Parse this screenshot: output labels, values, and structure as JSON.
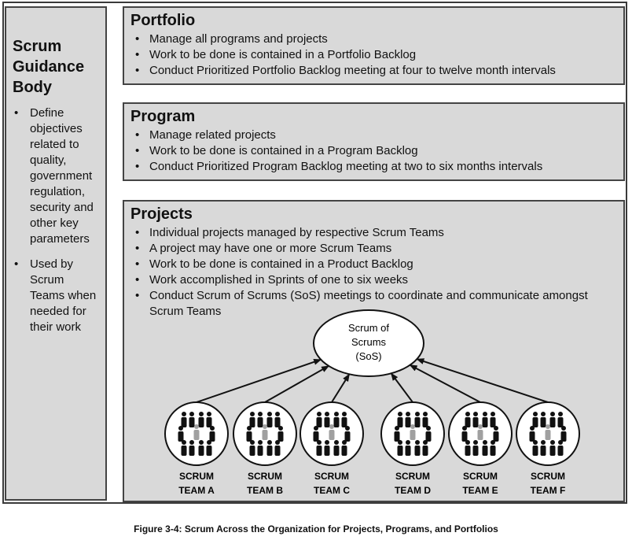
{
  "guidance": {
    "title_lines": [
      "Scrum",
      "Guidance",
      "Body"
    ],
    "bullets": [
      "Define objectives related to quality, government regulation, security and other key parameters",
      "Used by Scrum Teams when needed for their work"
    ]
  },
  "portfolio": {
    "title": "Portfolio",
    "bullets": [
      "Manage all programs and projects",
      "Work to be done is contained in a Portfolio Backlog",
      "Conduct Prioritized Portfolio Backlog meeting at four to twelve month intervals"
    ]
  },
  "program": {
    "title": "Program",
    "bullets": [
      "Manage related projects",
      "Work to be done is contained in a Program Backlog",
      "Conduct Prioritized Program Backlog meeting at two to six months intervals"
    ]
  },
  "projects": {
    "title": "Projects",
    "bullets": [
      "Individual projects managed by respective Scrum Teams",
      "A project may have one or more Scrum Teams",
      "Work to be done is contained in a Product Backlog",
      "Work accomplished in Sprints of one to six weeks",
      "Conduct Scrum of Scrums (SoS) meetings to coordinate and communicate amongst Scrum Teams"
    ]
  },
  "sos": {
    "lines": [
      "Scrum of",
      "Scrums",
      "(SoS)"
    ]
  },
  "teams": [
    {
      "line1": "SCRUM",
      "line2": "TEAM A"
    },
    {
      "line1": "SCRUM",
      "line2": "TEAM B"
    },
    {
      "line1": "SCRUM",
      "line2": "TEAM C"
    },
    {
      "line1": "SCRUM",
      "line2": "TEAM D"
    },
    {
      "line1": "SCRUM",
      "line2": "TEAM E"
    },
    {
      "line1": "SCRUM",
      "line2": "TEAM F"
    }
  ],
  "caption": "Figure 3-4: Scrum Across the Organization for Projects, Programs, and Portfolios"
}
